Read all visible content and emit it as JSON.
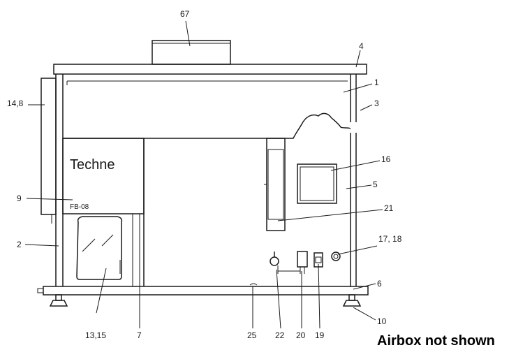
{
  "diagram": {
    "brand": "Techne",
    "model": "FB-08",
    "note": "Airbox not shown",
    "callouts": {
      "c67": "67",
      "c4": "4",
      "c1": "1",
      "c3": "3",
      "c14_8": "14,8",
      "c16": "16",
      "c5": "5",
      "c9": "9",
      "c21": "21",
      "c2": "2",
      "c17_18": "17, 18",
      "c6": "6",
      "c10": "10",
      "c13_15": "13,15",
      "c7": "7",
      "c25": "25",
      "c22": "22",
      "c20": "20",
      "c19": "19"
    }
  }
}
